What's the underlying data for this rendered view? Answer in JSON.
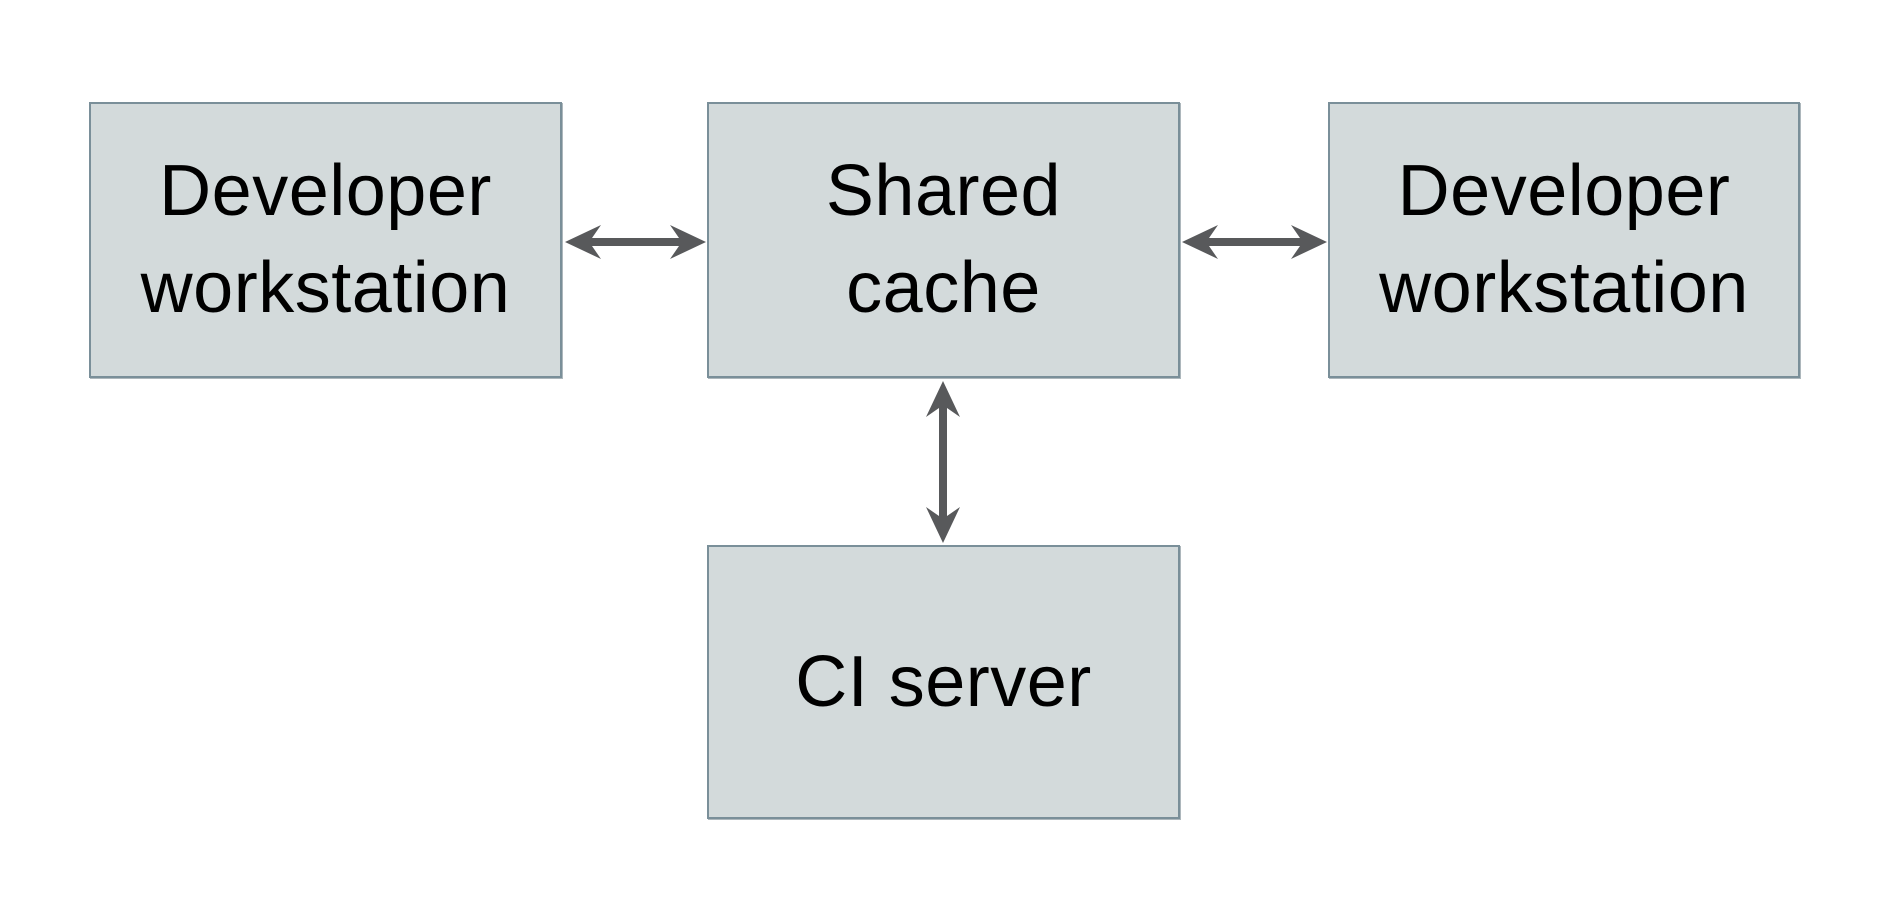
{
  "diagram": {
    "nodes": [
      {
        "id": "developer-workstation-left",
        "label": "Developer workstation",
        "line1": "Developer",
        "line2": "workstation"
      },
      {
        "id": "shared-cache",
        "label": "Shared cache",
        "line1": "Shared",
        "line2": "cache"
      },
      {
        "id": "developer-workstation-right",
        "label": "Developer workstation",
        "line1": "Developer",
        "line2": "workstation"
      },
      {
        "id": "ci-server",
        "label": "CI server",
        "line1": "CI server",
        "line2": ""
      }
    ],
    "edges": [
      {
        "from": "Developer workstation (left)",
        "to": "Shared cache",
        "direction": "bidirectional",
        "orientation": "horizontal"
      },
      {
        "from": "Shared cache",
        "to": "Developer workstation (right)",
        "direction": "bidirectional",
        "orientation": "horizontal"
      },
      {
        "from": "Shared cache",
        "to": "CI server",
        "direction": "bidirectional",
        "orientation": "vertical"
      }
    ],
    "colors": {
      "background": "#ffffff",
      "node_fill": "#d3dadb",
      "node_border": "#7a8f99",
      "arrow": "#58595b",
      "text": "#000000"
    }
  }
}
